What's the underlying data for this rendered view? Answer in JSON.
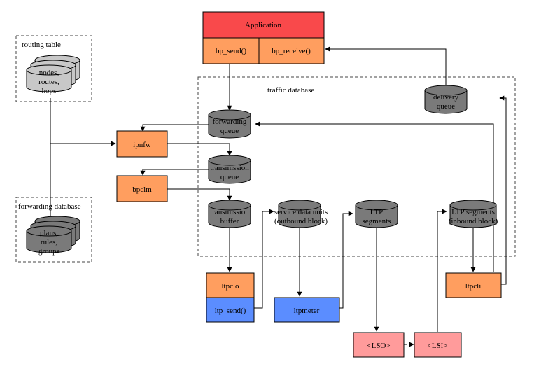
{
  "colors": {
    "application": "#f9494b",
    "process": "#ff9e5f",
    "ltp_blue": "#5b8dff",
    "link_pink": "#ff9b9b",
    "db_gray": "#7a7a7a",
    "db_light": "#c8c8c8",
    "line": "#000000",
    "dash_border": "#444444"
  },
  "application": {
    "title": "Application",
    "send": "bp_send()",
    "receive": "bp_receive()"
  },
  "routing_table": {
    "title": "routing table",
    "cylinder_lines": [
      "nodes,",
      "routes,",
      "hops"
    ]
  },
  "forwarding_database": {
    "title": "forwarding database",
    "cylinder_lines": [
      "plans,",
      "rules,",
      "groups"
    ]
  },
  "traffic_database": {
    "title": "traffic database"
  },
  "queues": {
    "forwarding": [
      "forwarding",
      "queue"
    ],
    "transmission": [
      "transmission",
      "queue"
    ],
    "transmission_buffer": [
      "transmission",
      "buffer"
    ],
    "service_data_units": [
      "service data units",
      "(outbound block)"
    ],
    "ltp_segments": [
      "LTP",
      "segments"
    ],
    "ltp_segments_inbound": [
      "LTP segments",
      "(inbound block)"
    ],
    "delivery": [
      "delivery",
      "queue"
    ]
  },
  "processes": {
    "ipnfw": "ipnfw",
    "bpclm": "bpclm",
    "ltpclo": "ltpclo",
    "ltp_send": "ltp_send()",
    "ltpmeter": "ltpmeter",
    "ltpcli": "ltpcli",
    "lso": "<LSO>",
    "lsi": "<LSI>"
  }
}
